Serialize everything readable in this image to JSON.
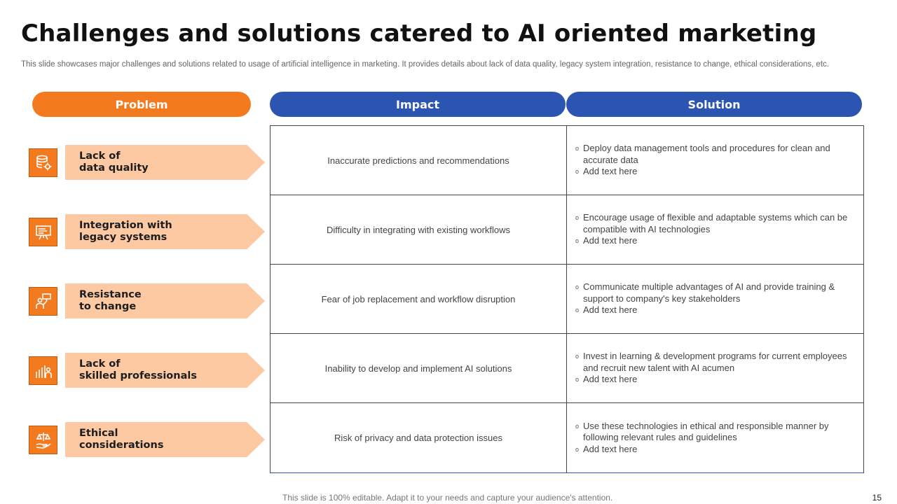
{
  "slide": {
    "title": "Challenges and solutions catered to AI oriented marketing",
    "subtitle": "This slide showcases major challenges and solutions related to usage of artificial intelligence in marketing. It provides details about lack of data quality, legacy system integration, resistance to change, ethical considerations, etc.",
    "footer": "This slide is 100% editable. Adapt it to your needs and capture your audience's attention.",
    "page_number": "15"
  },
  "headers": {
    "problem": "Problem",
    "impact": "Impact",
    "solution": "Solution"
  },
  "colors": {
    "orange": "#f47a20",
    "peach": "#fcc9a3",
    "blue": "#2b55b1"
  },
  "rows": [
    {
      "icon": "database-gear-icon",
      "problem": "Lack of\ndata quality",
      "impact": "Inaccurate predictions and recommendations",
      "solutions": [
        "Deploy data management tools and procedures for clean and accurate data",
        "Add text here"
      ]
    },
    {
      "icon": "presentation-board-icon",
      "problem": "Integration with\nlegacy systems",
      "impact": "Difficulty in integrating with existing workflows",
      "solutions": [
        "Encourage usage of flexible and adaptable systems which can be compatible with AI technologies",
        "Add text here"
      ]
    },
    {
      "icon": "person-with-sign-icon",
      "problem": "Resistance\nto change",
      "impact": "Fear of job replacement and workflow disruption",
      "solutions": [
        "Communicate multiple advantages of AI and provide training & support to company's key stakeholders",
        "Add text here"
      ]
    },
    {
      "icon": "team-growth-chart-icon",
      "problem": "Lack of\nskilled professionals",
      "impact": "Inability to develop and implement AI solutions",
      "solutions": [
        "Invest in learning & development programs for current employees and recruit new talent with AI acumen",
        "Add text here"
      ]
    },
    {
      "icon": "hand-scales-icon",
      "problem": "Ethical\nconsiderations",
      "impact": "Risk of privacy and data protection issues",
      "solutions": [
        "Use these technologies in ethical and responsible manner by following relevant rules and guidelines",
        "Add text here"
      ]
    }
  ],
  "bullet_symbol": "o"
}
